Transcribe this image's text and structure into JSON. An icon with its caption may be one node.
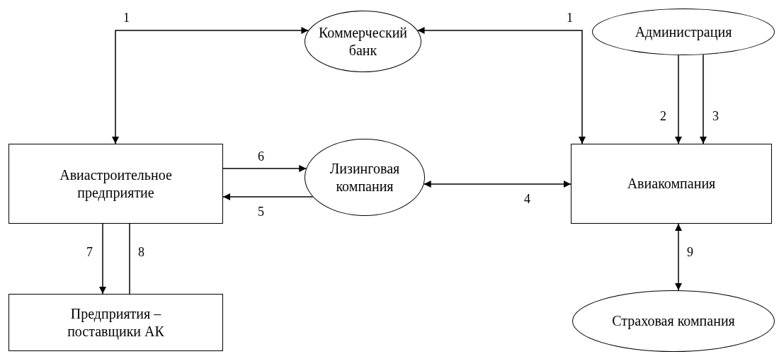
{
  "diagram": {
    "nodes": [
      {
        "text": [
          "Коммерческий банк"
        ]
      },
      {
        "text": [
          "Администрация"
        ]
      },
      {
        "text": [
          "Авиастроительное предприятие"
        ]
      },
      {
        "text": [
          "Лизинговая компания"
        ]
      },
      {
        "text": [
          "Авиакомпания"
        ]
      },
      {
        "text": [
          "Предприятия – поставщики АК"
        ]
      },
      {
        "text": [
          "Страховая компания"
        ]
      }
    ],
    "edges": [
      {
        "from": 0,
        "to": 2,
        "arrow": "both",
        "label": "1"
      },
      {
        "from": 0,
        "to": 4,
        "arrow": "both",
        "label": "1"
      },
      {
        "from": 1,
        "to": 4,
        "arrow": "to",
        "label": "2"
      },
      {
        "from": 1,
        "to": 4,
        "arrow": "to",
        "label": "3"
      },
      {
        "from": 2,
        "to": 3,
        "arrow": "to",
        "label": "6"
      },
      {
        "from": 3,
        "to": 2,
        "arrow": "to",
        "label": "5"
      },
      {
        "from": 3,
        "to": 4,
        "arrow": "both",
        "label": "4"
      },
      {
        "from": 2,
        "to": 5,
        "arrow": "to",
        "label": "7"
      },
      {
        "from": 5,
        "to": 2,
        "arrow": "to",
        "label": "8"
      },
      {
        "from": 4,
        "to": 6,
        "arrow": "both",
        "label": "9"
      }
    ]
  }
}
